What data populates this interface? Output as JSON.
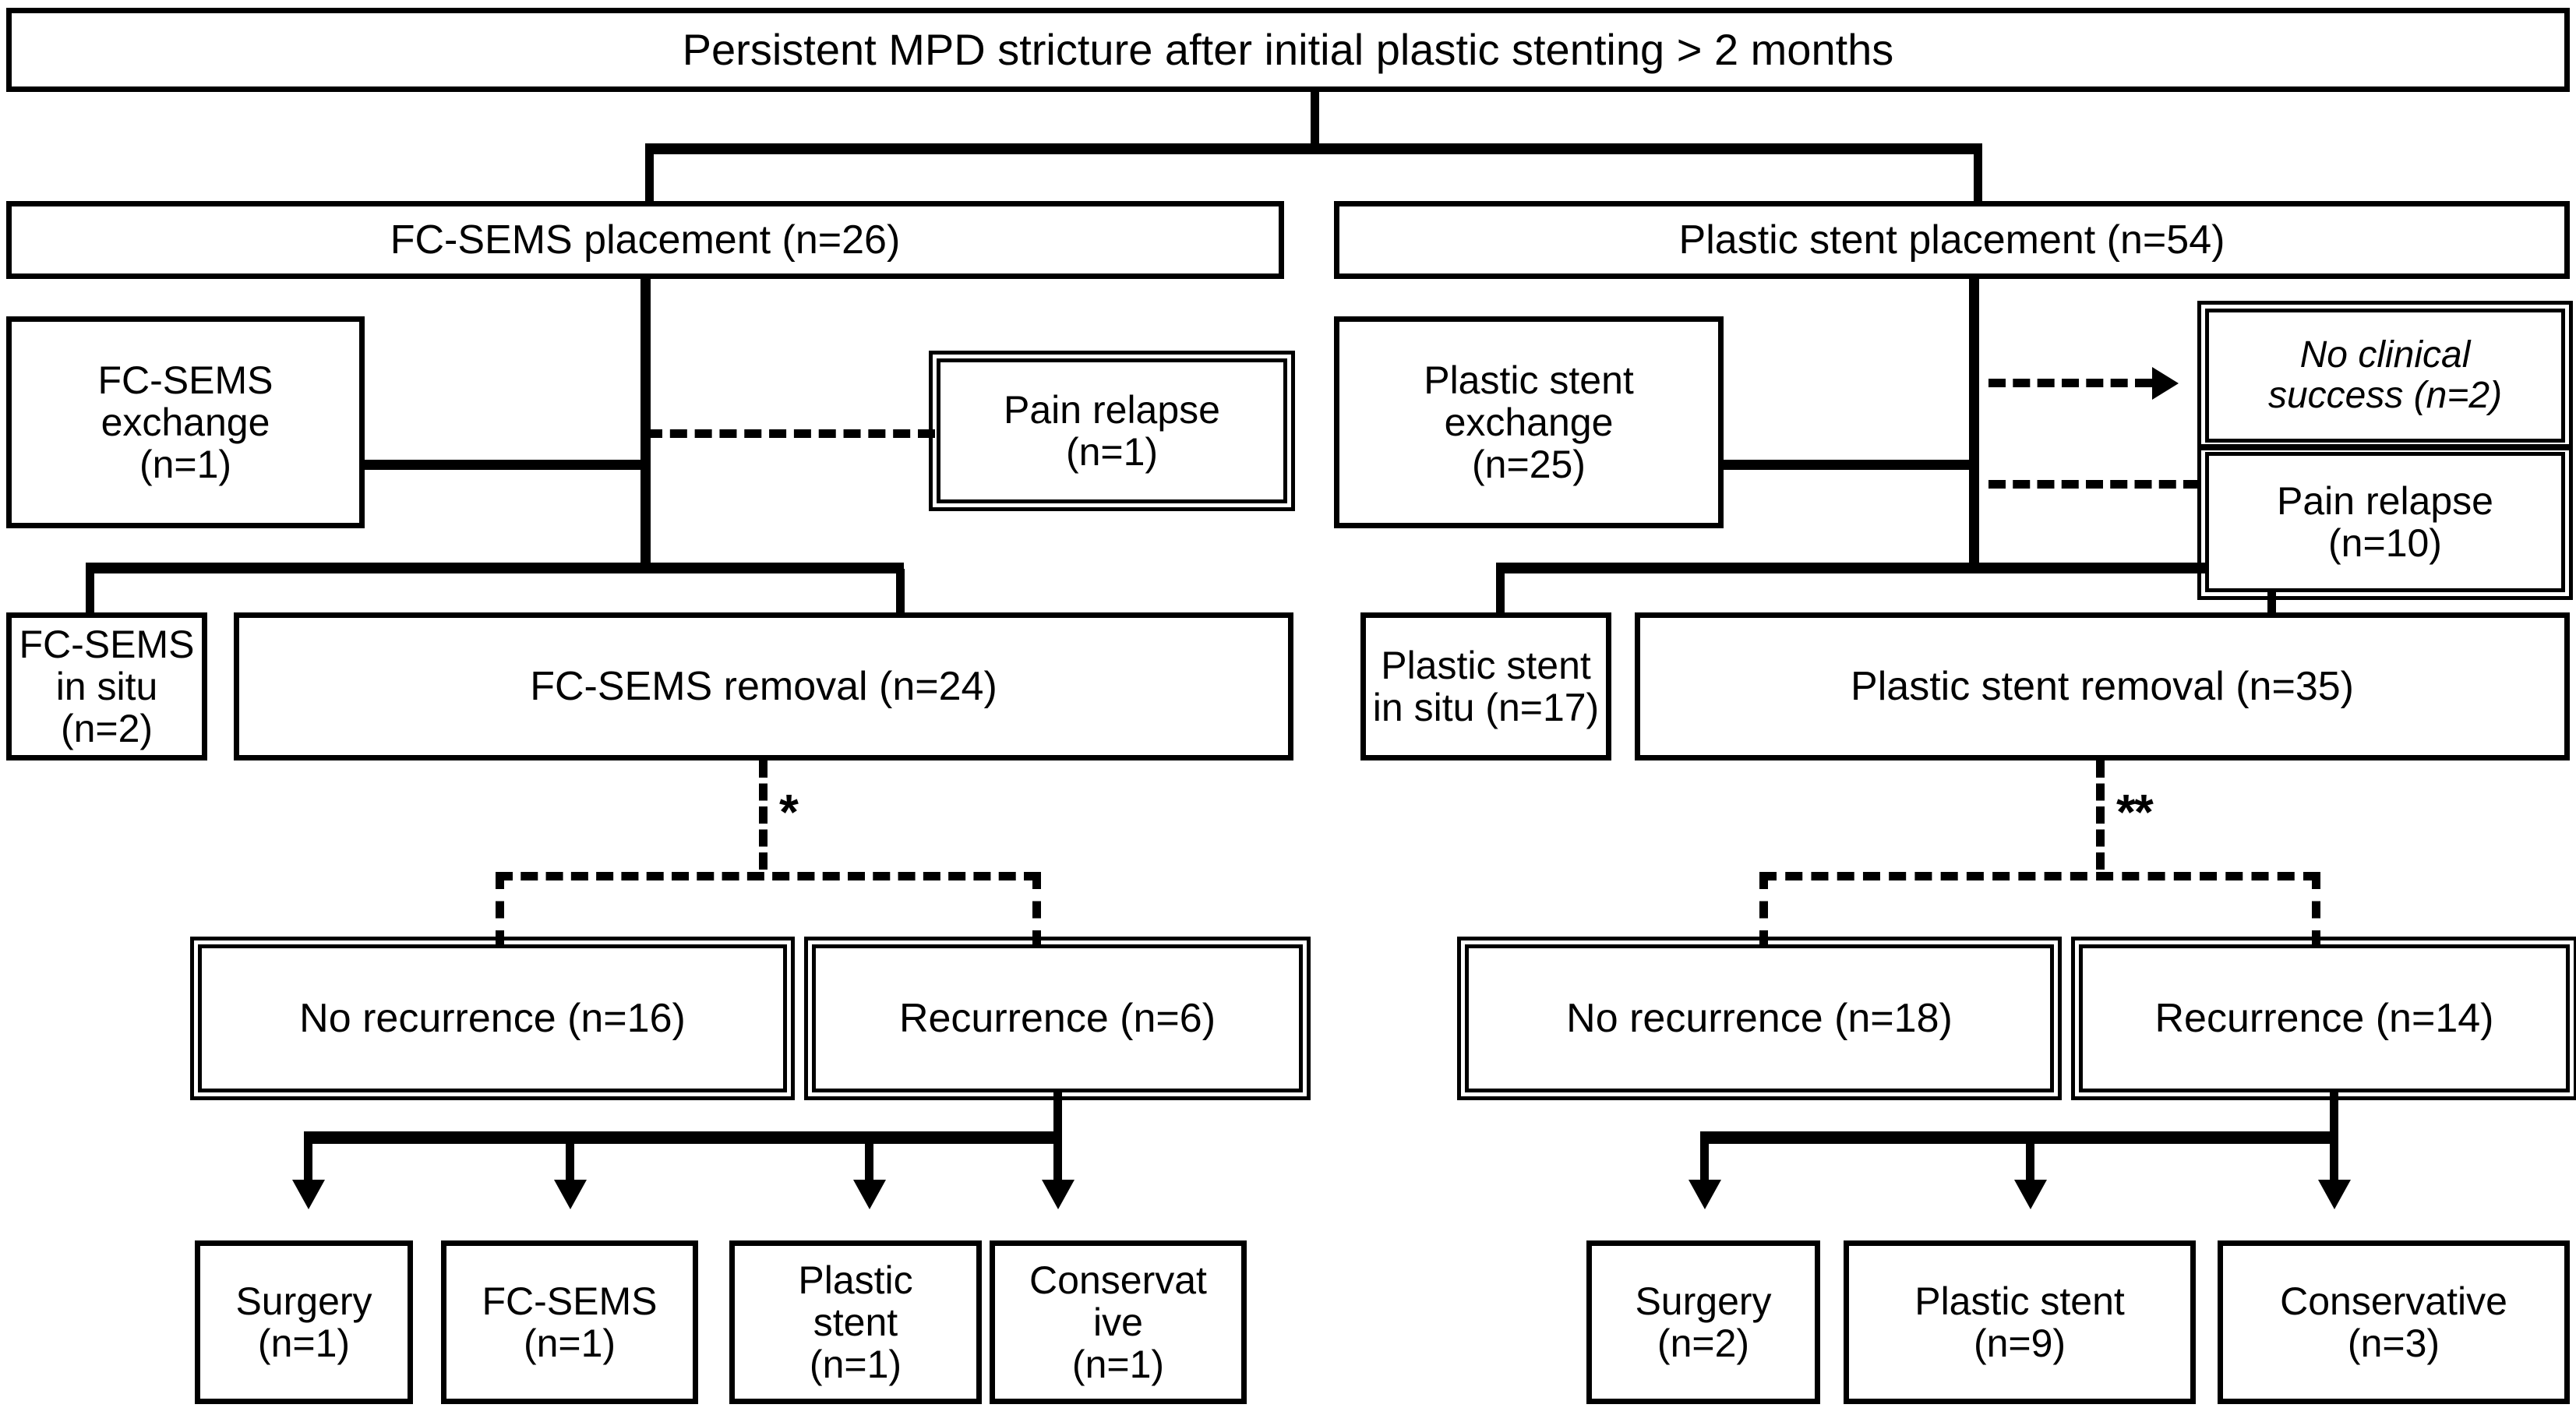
{
  "figure": {
    "type": "flowchart",
    "title": "Persistent MPD stricture after initial plastic stenting > 2 months",
    "footnote_markers": [
      "*",
      "**"
    ]
  },
  "nodes": {
    "root": {
      "label": "Persistent MPD stricture after initial plastic stenting > 2 months",
      "n": 0,
      "border": "single"
    },
    "fcsems_placement": {
      "label": "FC-SEMS placement (n=26)",
      "n": 26,
      "border": "single"
    },
    "plastic_placement": {
      "label": "Plastic stent placement (n=54)",
      "n": 54,
      "border": "single"
    },
    "fcsems_exchange": {
      "label": "FC-SEMS\nexchange\n(n=1)",
      "n": 1,
      "border": "single"
    },
    "pain_relapse_left": {
      "label": "Pain relapse\n(n=1)",
      "n": 1,
      "border": "double"
    },
    "plastic_exchange": {
      "label": "Plastic stent\nexchange\n(n=25)",
      "n": 25,
      "border": "single"
    },
    "no_clinical_success": {
      "label": "No clinical\nsuccess (n=2)",
      "n": 2,
      "border": "double",
      "style": "italic"
    },
    "pain_relapse_right": {
      "label": "Pain relapse\n(n=10)",
      "n": 10,
      "border": "double"
    },
    "fcsems_insitu": {
      "label": "FC-SEMS\nin situ (n=2)",
      "n": 2,
      "border": "single"
    },
    "fcsems_removal": {
      "label": "FC-SEMS removal (n=24)",
      "n": 24,
      "border": "single"
    },
    "plastic_insitu": {
      "label": "Plastic stent\nin situ (n=17)",
      "n": 17,
      "border": "single"
    },
    "plastic_removal": {
      "label": "Plastic stent removal (n=35)",
      "n": 35,
      "border": "single"
    },
    "no_recurrence_left": {
      "label": "No recurrence (n=16)",
      "n": 16,
      "border": "double"
    },
    "recurrence_left": {
      "label": "Recurrence (n=6)",
      "n": 6,
      "border": "double"
    },
    "no_recurrence_right": {
      "label": "No recurrence (n=18)",
      "n": 18,
      "border": "double"
    },
    "recurrence_right": {
      "label": "Recurrence (n=14)",
      "n": 14,
      "border": "double"
    },
    "left_surgery": {
      "label": "Surgery\n(n=1)",
      "n": 1,
      "border": "single"
    },
    "left_fcsems": {
      "label": "FC-SEMS\n(n=1)",
      "n": 1,
      "border": "single"
    },
    "left_plastic_stent": {
      "label": "Plastic\nstent\n(n=1)",
      "n": 1,
      "border": "single"
    },
    "left_conservative": {
      "label": "Conservat\nive\n(n=1)",
      "n": 1,
      "border": "single"
    },
    "right_surgery": {
      "label": "Surgery\n(n=2)",
      "n": 2,
      "border": "single"
    },
    "right_plastic_stent": {
      "label": "Plastic stent\n(n=9)",
      "n": 9,
      "border": "single"
    },
    "right_conservative": {
      "label": "Conservative\n(n=3)",
      "n": 3,
      "border": "single"
    }
  },
  "annotations": {
    "asterisk_left": "*",
    "asterisk_right": "**"
  },
  "colors": {
    "stroke": "#000000",
    "background": "#ffffff",
    "text": "#000000"
  }
}
